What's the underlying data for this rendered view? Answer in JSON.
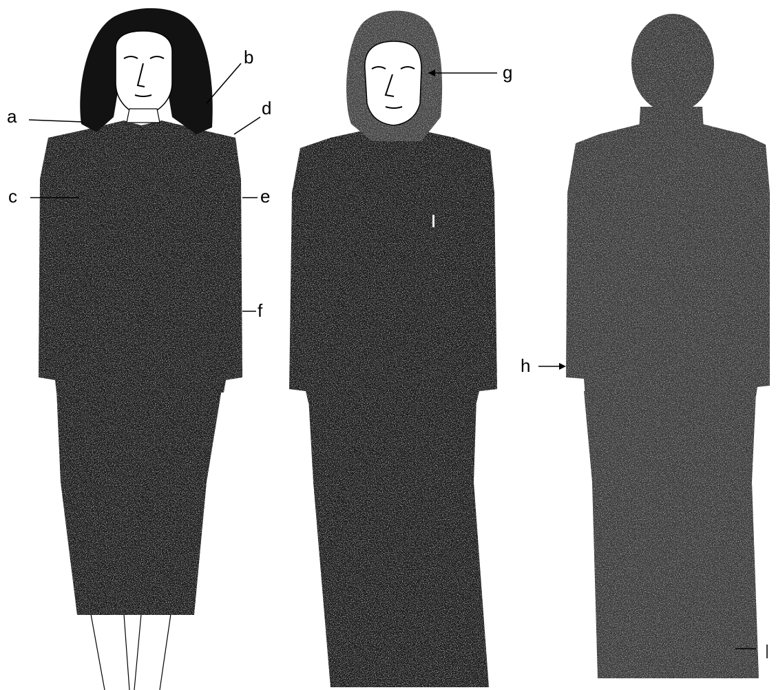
{
  "figure": {
    "labels": {
      "a": "a",
      "b": "b",
      "c": "c",
      "d": "d",
      "e": "e",
      "f": "f",
      "g": "g",
      "h": "h"
    },
    "colors": {
      "garment": "#1c1c1c",
      "garment_back": "#3a3a3a",
      "hair": "#121212",
      "hood": "#444444",
      "skin": "#ffffff",
      "line": "#000000"
    }
  }
}
